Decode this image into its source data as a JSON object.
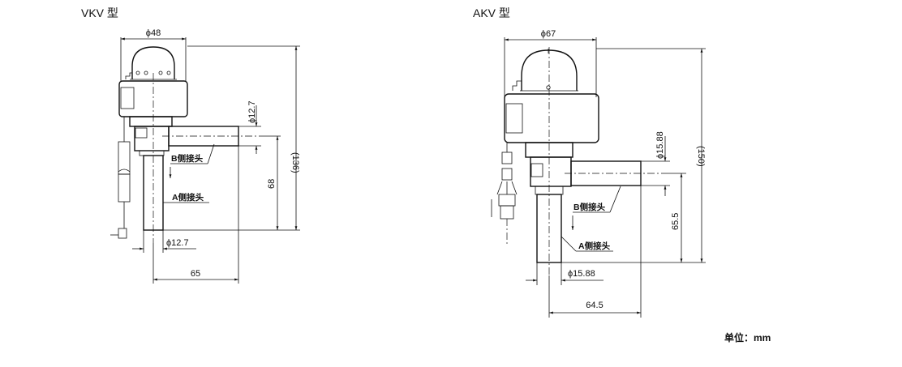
{
  "vkv": {
    "title": "VKV 型",
    "dia_top": "ϕ48",
    "dia_outlet": "ϕ12.7",
    "total_height": "(136)",
    "height": "68",
    "dia_inlet": "ϕ12.7",
    "width": "65",
    "label_b": "B侧接头",
    "label_a": "A侧接头"
  },
  "akv": {
    "title": "AKV 型",
    "dia_top": "ϕ67",
    "dia_outlet": "ϕ15.88",
    "total_height": "(150)",
    "height": "65.5",
    "dia_inlet": "ϕ15.88",
    "width": "64.5",
    "label_b": "B侧接头",
    "label_a": "A侧接头"
  },
  "unit": "单位：mm"
}
